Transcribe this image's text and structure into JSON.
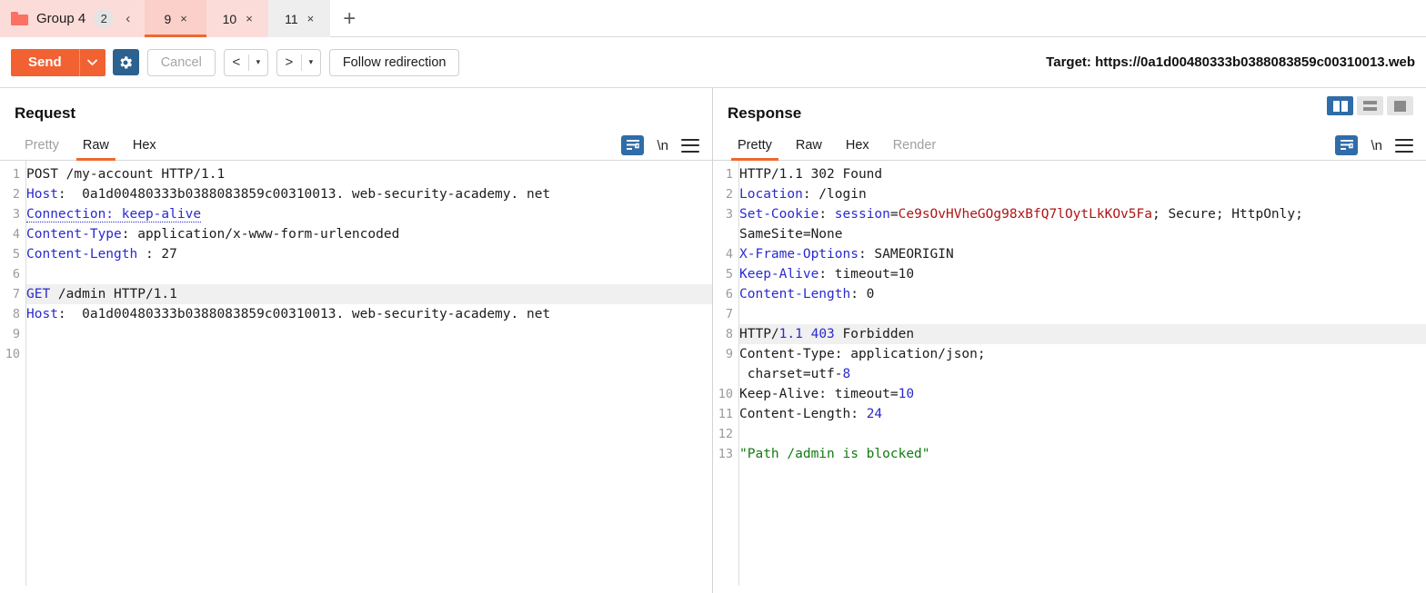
{
  "tabstrip": {
    "group": {
      "icon": "folder-icon",
      "label": "Group 4",
      "count": "2",
      "collapse_icon": "‹"
    },
    "tabs": [
      {
        "label": "9",
        "close": "×",
        "state": "active"
      },
      {
        "label": "10",
        "close": "×",
        "state": "pink"
      },
      {
        "label": "11",
        "close": "×",
        "state": "gray"
      }
    ],
    "add_label": "+"
  },
  "toolbar": {
    "send_label": "Send",
    "send_caret": "⌄",
    "settings_icon": "gear-icon",
    "cancel_label": "Cancel",
    "prev_arrow": "<",
    "next_arrow": ">",
    "caret": "▾",
    "follow_redirection_label": "Follow redirection",
    "target_label": "Target: https://0a1d00480333b0388083859c00310013.web"
  },
  "request": {
    "title": "Request",
    "tabs": [
      {
        "label": "Pretty",
        "state": "muted"
      },
      {
        "label": "Raw",
        "state": "selected"
      },
      {
        "label": "Hex",
        "state": "normal"
      }
    ],
    "icons": {
      "wrap": "word-wrap-icon",
      "newline": "\\n",
      "menu": "menu-icon"
    },
    "lines": [
      {
        "n": "1",
        "highlight": false,
        "segments": [
          {
            "t": "POST /my-account HTTP/1.1",
            "c": "plain"
          }
        ]
      },
      {
        "n": "2",
        "highlight": false,
        "segments": [
          {
            "t": "Host",
            "c": "hdr"
          },
          {
            "t": ":  0a1d00480333b0388083859c00310013. web-security-academy. net",
            "c": "plain"
          }
        ]
      },
      {
        "n": "3",
        "highlight": false,
        "segments": [
          {
            "t": "Connection: keep-alive",
            "c": "dotted-hdr"
          }
        ]
      },
      {
        "n": "4",
        "highlight": false,
        "segments": [
          {
            "t": "Content-Type",
            "c": "hdr"
          },
          {
            "t": ": application/x-www-form-urlencoded",
            "c": "plain"
          }
        ]
      },
      {
        "n": "5",
        "highlight": false,
        "segments": [
          {
            "t": "Content-Length",
            "c": "hdr"
          },
          {
            "t": " : 27",
            "c": "plain"
          }
        ]
      },
      {
        "n": "6",
        "highlight": false,
        "segments": []
      },
      {
        "n": "7",
        "highlight": true,
        "segments": [
          {
            "t": "GET",
            "c": "hdr"
          },
          {
            "t": " /admin HTTP/1.1",
            "c": "plain"
          }
        ]
      },
      {
        "n": "8",
        "highlight": false,
        "segments": [
          {
            "t": "Host",
            "c": "hdr"
          },
          {
            "t": ":  0a1d00480333b0388083859c00310013. web-security-academy. net",
            "c": "plain"
          }
        ]
      },
      {
        "n": "9",
        "highlight": false,
        "segments": []
      },
      {
        "n": "10",
        "highlight": false,
        "segments": []
      }
    ]
  },
  "response": {
    "title": "Response",
    "tabs": [
      {
        "label": "Pretty",
        "state": "selected"
      },
      {
        "label": "Raw",
        "state": "normal"
      },
      {
        "label": "Hex",
        "state": "normal"
      },
      {
        "label": "Render",
        "state": "muted"
      }
    ],
    "layout_buttons": [
      {
        "name": "split-vertical",
        "selected": true
      },
      {
        "name": "split-horizontal",
        "selected": false
      },
      {
        "name": "single-pane",
        "selected": false
      }
    ],
    "icons": {
      "wrap": "word-wrap-icon",
      "newline": "\\n",
      "menu": "menu-icon"
    },
    "lines": [
      {
        "n": "1",
        "highlight": false,
        "segments": [
          {
            "t": "HTTP/1.1 302 Found",
            "c": "plain"
          }
        ]
      },
      {
        "n": "2",
        "highlight": false,
        "segments": [
          {
            "t": "Location",
            "c": "hdr"
          },
          {
            "t": ": /login",
            "c": "plain"
          }
        ]
      },
      {
        "n": "3",
        "highlight": false,
        "segments": [
          {
            "t": "Set-Cookie",
            "c": "hdr"
          },
          {
            "t": ": ",
            "c": "plain"
          },
          {
            "t": "session",
            "c": "hdr"
          },
          {
            "t": "=",
            "c": "plain"
          },
          {
            "t": "Ce9sOvHVheGOg98xBfQ7lOytLkKOv5Fa",
            "c": "redv"
          },
          {
            "t": "; Secure; HttpOnly;",
            "c": "plain"
          }
        ]
      },
      {
        "n": "",
        "highlight": false,
        "segments": [
          {
            "t": "SameSite=None",
            "c": "plain"
          }
        ]
      },
      {
        "n": "4",
        "highlight": false,
        "segments": [
          {
            "t": "X-Frame-Options",
            "c": "hdr"
          },
          {
            "t": ": SAMEORIGIN",
            "c": "plain"
          }
        ]
      },
      {
        "n": "5",
        "highlight": false,
        "segments": [
          {
            "t": "Keep-Alive",
            "c": "hdr"
          },
          {
            "t": ": timeout=10",
            "c": "plain"
          }
        ]
      },
      {
        "n": "6",
        "highlight": false,
        "segments": [
          {
            "t": "Content-Length",
            "c": "hdr"
          },
          {
            "t": ": 0",
            "c": "plain"
          }
        ]
      },
      {
        "n": "7",
        "highlight": false,
        "segments": []
      },
      {
        "n": "8",
        "highlight": true,
        "segments": [
          {
            "t": "HTTP/",
            "c": "plain"
          },
          {
            "t": "1.1",
            "c": "num"
          },
          {
            "t": " ",
            "c": "plain"
          },
          {
            "t": "403",
            "c": "num"
          },
          {
            "t": " Forbidden",
            "c": "plain"
          }
        ]
      },
      {
        "n": "9",
        "highlight": false,
        "segments": [
          {
            "t": "Content-Type: application/json;",
            "c": "plain"
          }
        ]
      },
      {
        "n": "",
        "highlight": false,
        "segments": [
          {
            "t": " charset=utf-",
            "c": "plain"
          },
          {
            "t": "8",
            "c": "num"
          }
        ]
      },
      {
        "n": "10",
        "highlight": false,
        "segments": [
          {
            "t": "Keep-Alive: timeout=",
            "c": "plain"
          },
          {
            "t": "10",
            "c": "num"
          }
        ]
      },
      {
        "n": "11",
        "highlight": false,
        "segments": [
          {
            "t": "Content-Length: ",
            "c": "plain"
          },
          {
            "t": "24",
            "c": "num"
          }
        ]
      },
      {
        "n": "12",
        "highlight": false,
        "segments": []
      },
      {
        "n": "13",
        "highlight": false,
        "segments": [
          {
            "t": "\"Path /admin is blocked\"",
            "c": "grn"
          }
        ]
      }
    ]
  },
  "colors": {
    "accent_orange": "#f26132",
    "tab_pink": "#fcdcd8",
    "tab_active_pink": "#fbd0ca",
    "blue_button": "#2f6ca8",
    "header_blue": "#2a2ad0",
    "value_red": "#b01414",
    "string_green": "#117a11"
  }
}
